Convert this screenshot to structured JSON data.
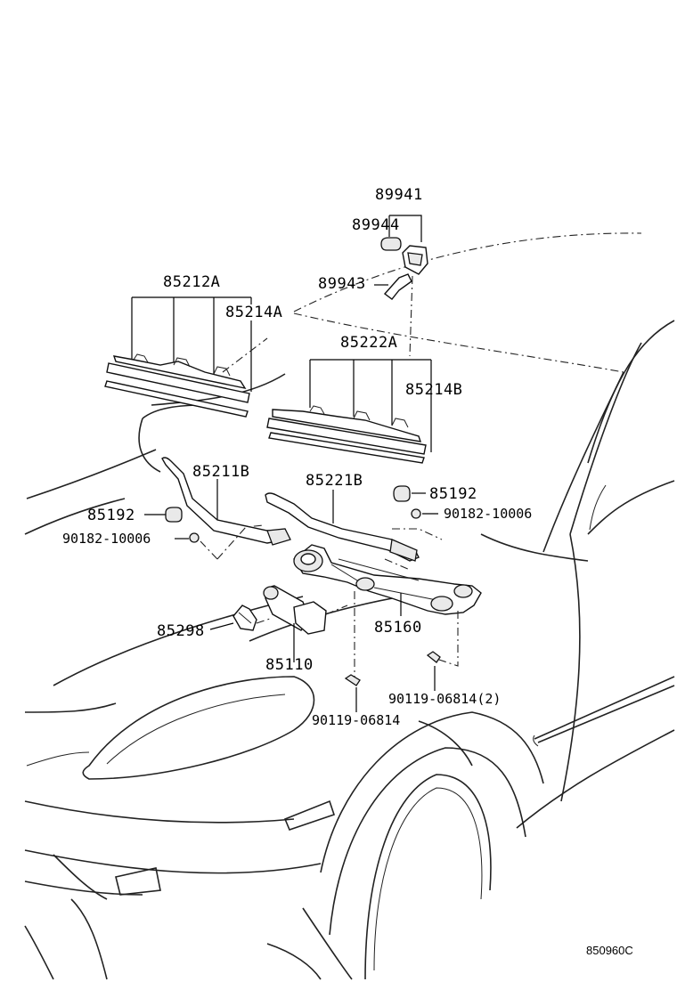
{
  "diagram": {
    "figure_id": "850960C",
    "labels": {
      "p89941": "89941",
      "p89944": "89944",
      "p89943": "89943",
      "p85212A": "85212A",
      "p85214A": "85214A",
      "p85222A": "85222A",
      "p85214B": "85214B",
      "p85211B": "85211B",
      "p85221B": "85221B",
      "p85192_right": "85192",
      "p90182_right": "90182-10006",
      "p85192_left": "85192",
      "p90182_left": "90182-10006",
      "p85298": "85298",
      "p85160": "85160",
      "p85110": "85110",
      "p90119_2": "90119-06814(2)",
      "p90119": "90119-06814"
    }
  }
}
